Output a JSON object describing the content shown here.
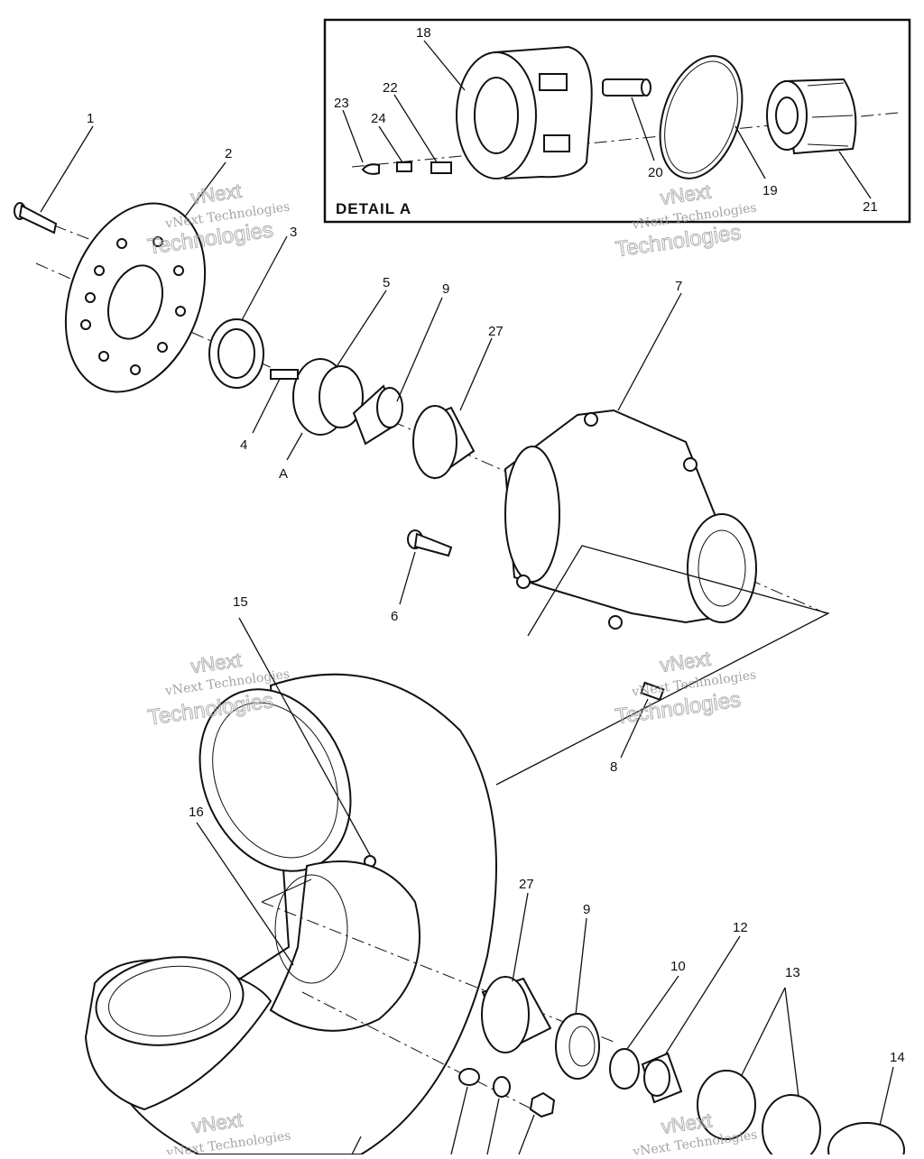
{
  "detail": {
    "title": "DETAIL A"
  },
  "callouts": [
    {
      "id": "c1",
      "text": "1"
    },
    {
      "id": "c2",
      "text": "2"
    },
    {
      "id": "c3",
      "text": "3"
    },
    {
      "id": "c4",
      "text": "4"
    },
    {
      "id": "c5",
      "text": "5"
    },
    {
      "id": "c6",
      "text": "6"
    },
    {
      "id": "c7",
      "text": "7"
    },
    {
      "id": "c8",
      "text": "8"
    },
    {
      "id": "c9a",
      "text": "9"
    },
    {
      "id": "c27a",
      "text": "27"
    },
    {
      "id": "cA",
      "text": "A"
    },
    {
      "id": "c15",
      "text": "15"
    },
    {
      "id": "c16",
      "text": "16"
    },
    {
      "id": "c27b",
      "text": "27"
    },
    {
      "id": "c9b",
      "text": "9"
    },
    {
      "id": "c10",
      "text": "10"
    },
    {
      "id": "c12",
      "text": "12"
    },
    {
      "id": "c13",
      "text": "13"
    },
    {
      "id": "c14",
      "text": "14"
    },
    {
      "id": "c18",
      "text": "18"
    },
    {
      "id": "c19",
      "text": "19"
    },
    {
      "id": "c20",
      "text": "20"
    },
    {
      "id": "c21",
      "text": "21"
    },
    {
      "id": "c22",
      "text": "22"
    },
    {
      "id": "c23",
      "text": "23"
    },
    {
      "id": "c24",
      "text": "24"
    }
  ],
  "watermark": {
    "line1": "vNext Technologies",
    "big1": "vNext",
    "big2": "Technologies"
  }
}
